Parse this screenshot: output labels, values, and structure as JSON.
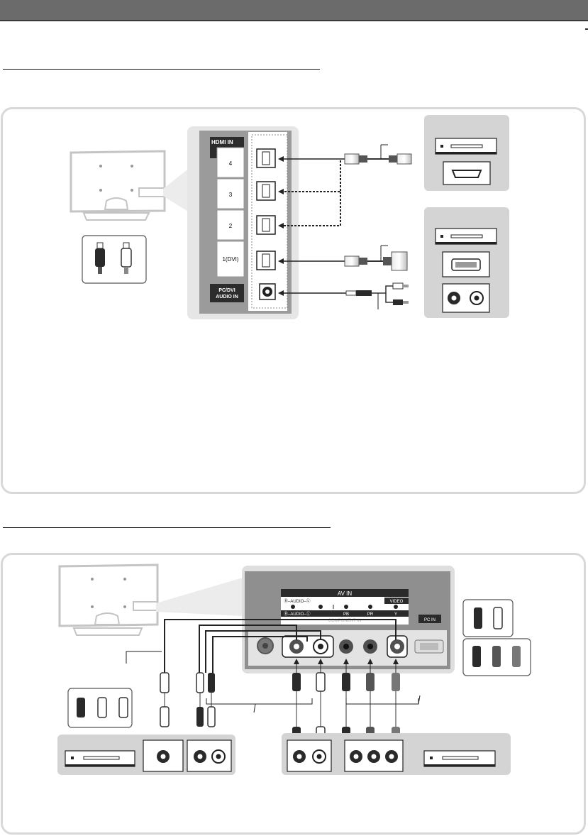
{
  "hdmi_panel": {
    "header": "HDMI IN",
    "ports": [
      "4",
      "3",
      "2",
      "1(DVI)"
    ],
    "audio_label_1": "PC/DVI",
    "audio_label_2": "AUDIO IN"
  },
  "av_panel": {
    "av_in": "AV IN",
    "audio_row_top": "Ⓡ–AUDIO–Ⓛ",
    "video": "VIDEO",
    "audio_row_bottom": "Ⓡ–AUDIO–Ⓛ",
    "pb": "PB",
    "pr": "PR",
    "y": "Y",
    "component_in": "COMPONENT IN",
    "pc_in": "PC IN"
  },
  "colors": {
    "topbar": "#6b6b6b",
    "panel_border": "#d8d8d8",
    "tv_panel": "#e6e6e6",
    "jack_dark": "#505050",
    "device_box": "#d4d4d4"
  },
  "icons": [
    "tv-outline-icon",
    "bd-player-icon",
    "hdmi-port-icon",
    "dvi-port-icon",
    "rca-plug-icon",
    "cable-icon"
  ]
}
